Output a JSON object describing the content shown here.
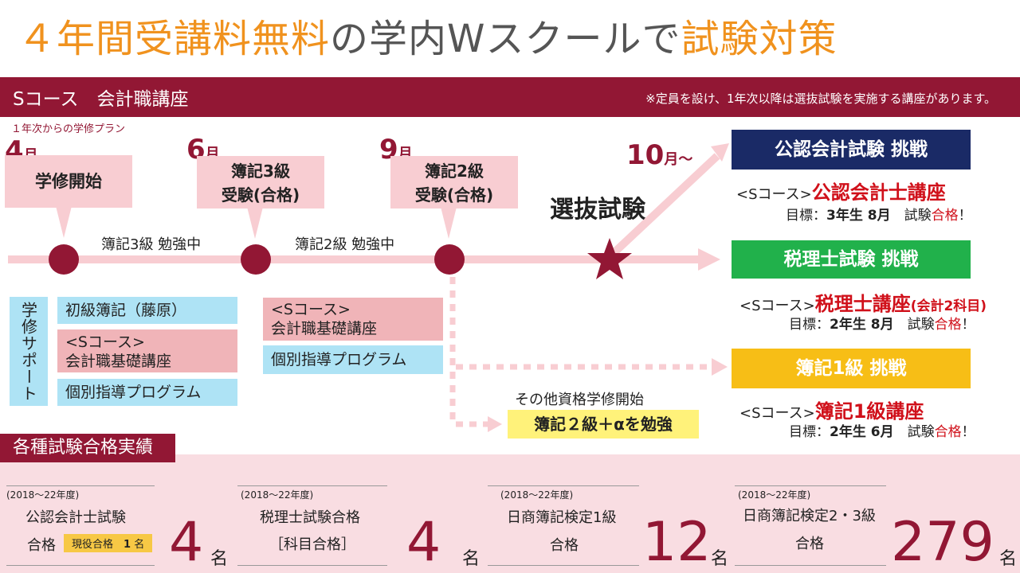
{
  "title": {
    "part1": "４年間受講料無料",
    "part2": "の学内Wスクールで",
    "part3": "試験対策"
  },
  "band": {
    "course": "Sコース　会計職講座",
    "note": "※定員を設け、1年次以降は選抜試験を実施する講座があります。"
  },
  "subplan": "１年次からの学修プラン",
  "timeline": {
    "m4": {
      "num": "4",
      "unit": "月",
      "callout": "学修開始"
    },
    "m6": {
      "num": "6",
      "unit": "月",
      "callout1": "簿記3級",
      "callout2": "受験(合格)"
    },
    "m9": {
      "num": "9",
      "unit": "月",
      "callout1": "簿記2級",
      "callout2": "受験(合格)"
    },
    "m10": {
      "num": "10",
      "unit": "月～"
    },
    "study1": "簿記3級 勉強中",
    "study2": "簿記2級 勉強中",
    "selection": "選抜試験"
  },
  "support": {
    "label": "学修サポート",
    "col1": [
      "初級簿記（藤原）",
      "<Sコース>",
      "会計職基礎講座",
      "個別指導プログラム"
    ],
    "col2": [
      "<Sコース>",
      "会計職基礎講座",
      "個別指導プログラム"
    ]
  },
  "other": {
    "label": "その他資格学修開始",
    "box": "簿記２級＋αを勉強"
  },
  "goals": [
    {
      "title": "公認会計試験 挑戦",
      "color": "#1a2a66",
      "prefix": "<Sコース>",
      "course": "公認会計士講座",
      "course_small": "",
      "target_pre": "目標：",
      "target_bold": "3年生 8月",
      "target_mid": "試験",
      "target_pass": "合格",
      "target_end": "！"
    },
    {
      "title": "税理士試験 挑戦",
      "color": "#21b14b",
      "prefix": "<Sコース>",
      "course": "税理士講座",
      "course_small": "(会計2科目)",
      "target_pre": "目標：",
      "target_bold": "2年生 8月",
      "target_mid": "試験",
      "target_pass": "合格",
      "target_end": "！"
    },
    {
      "title": "簿記1級 挑戦",
      "color": "#f7be16",
      "prefix": "<Sコース>",
      "course": "簿記1級講座",
      "course_small": "",
      "target_pre": "目標：",
      "target_bold": "2年生 6月",
      "target_mid": "試験",
      "target_pass": "合格",
      "target_end": "！"
    }
  ],
  "results": {
    "tab": "各種試験合格実績",
    "stats": [
      {
        "year": "(2018～22年度)",
        "name": "公認会計士試験",
        "sub": "合格",
        "badge_label": "現役合格",
        "badge_num": "1",
        "badge_unit": "名",
        "num": "4",
        "unit": "名"
      },
      {
        "year": "(2018～22年度)",
        "name": "税理士試験合格",
        "sub": "［科目合格］",
        "num": "4",
        "unit": "名"
      },
      {
        "year": "(2018～22年度)",
        "name": "日商簿記検定1級",
        "sub": "合格",
        "num": "12",
        "unit": "名"
      },
      {
        "year": "(2018～22年度)",
        "name": "日商簿記検定2・3級",
        "sub": "合格",
        "num": "279",
        "unit": "名"
      }
    ]
  },
  "colors": {
    "primary": "#921734",
    "orange": "#f0921e",
    "pink": "#f8cdd2",
    "lightblue": "#aee3f5",
    "yellow": "#fff27a"
  }
}
